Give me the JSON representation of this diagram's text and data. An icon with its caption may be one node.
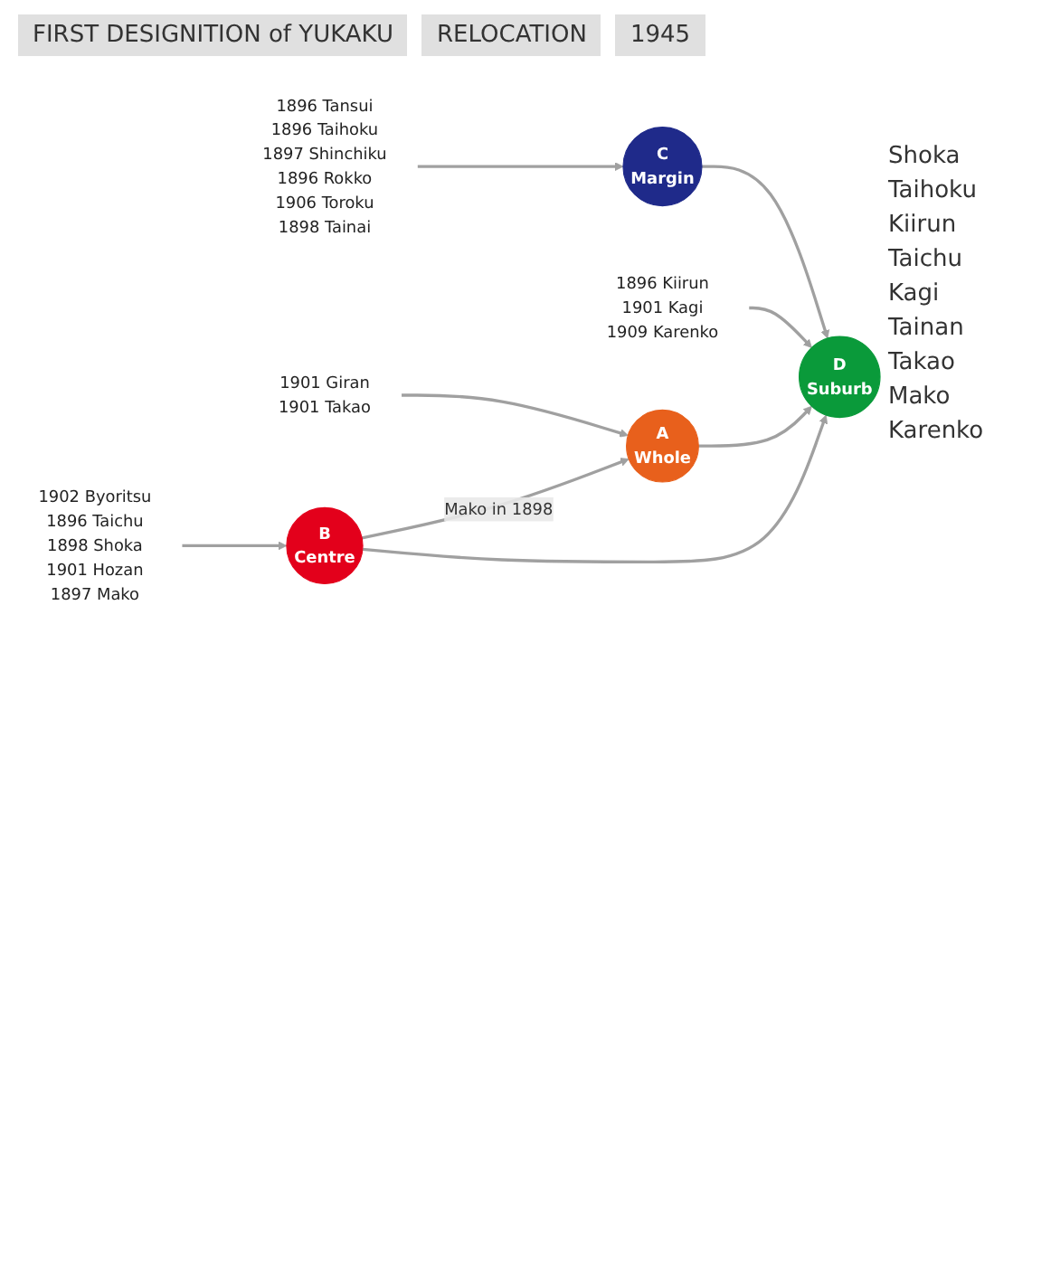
{
  "diagram": {
    "nodes": [
      {
        "text": [
          "1901 Giran",
          "1901 Takao"
        ]
      },
      {
        "text": [
          "A",
          "Whole"
        ]
      },
      {
        "text": [
          "1902 Byoritsu",
          "1896 Taichu",
          "1898 Shoka",
          "1901 Hozan",
          "1897 Mako"
        ]
      },
      {
        "text": [
          "B",
          "Centre"
        ]
      },
      {
        "text": [
          "1896 Tansui",
          "1896 Taihoku",
          "1897 Shinchiku",
          "1896 Rokko",
          "1906 Toroku",
          "1898 Tainai"
        ]
      },
      {
        "text": [
          "C",
          "Margin"
        ]
      },
      {
        "text": [
          "1896 Kiirun",
          "1901 Kagi",
          "1909 Karenko"
        ]
      },
      {
        "text": [
          "D",
          "Suburb"
        ]
      }
    ],
    "edges": [
      {
        "from": 0,
        "to": 1,
        "arrow": "to"
      },
      {
        "from": 3,
        "to": 1,
        "arrow": "to",
        "label": "Mako in 1898"
      },
      {
        "from": 2,
        "to": 3,
        "arrow": "to"
      },
      {
        "from": 4,
        "to": 5,
        "arrow": "to"
      },
      {
        "from": 5,
        "to": 7,
        "arrow": "to"
      },
      {
        "from": 6,
        "to": 7,
        "arrow": "to"
      },
      {
        "from": 1,
        "to": 7,
        "arrow": "to"
      },
      {
        "from": 3,
        "to": 7,
        "arrow": "to"
      }
    ],
    "labels": [
      "FIRST DESIGNITION of YUKAKU",
      "RELOCATION",
      "1945",
      "Shoka",
      "Taihoku",
      "Kiirun",
      "Taichu",
      "Kagi",
      "Tainan",
      "Takao",
      "Mako",
      "Karenko"
    ]
  }
}
